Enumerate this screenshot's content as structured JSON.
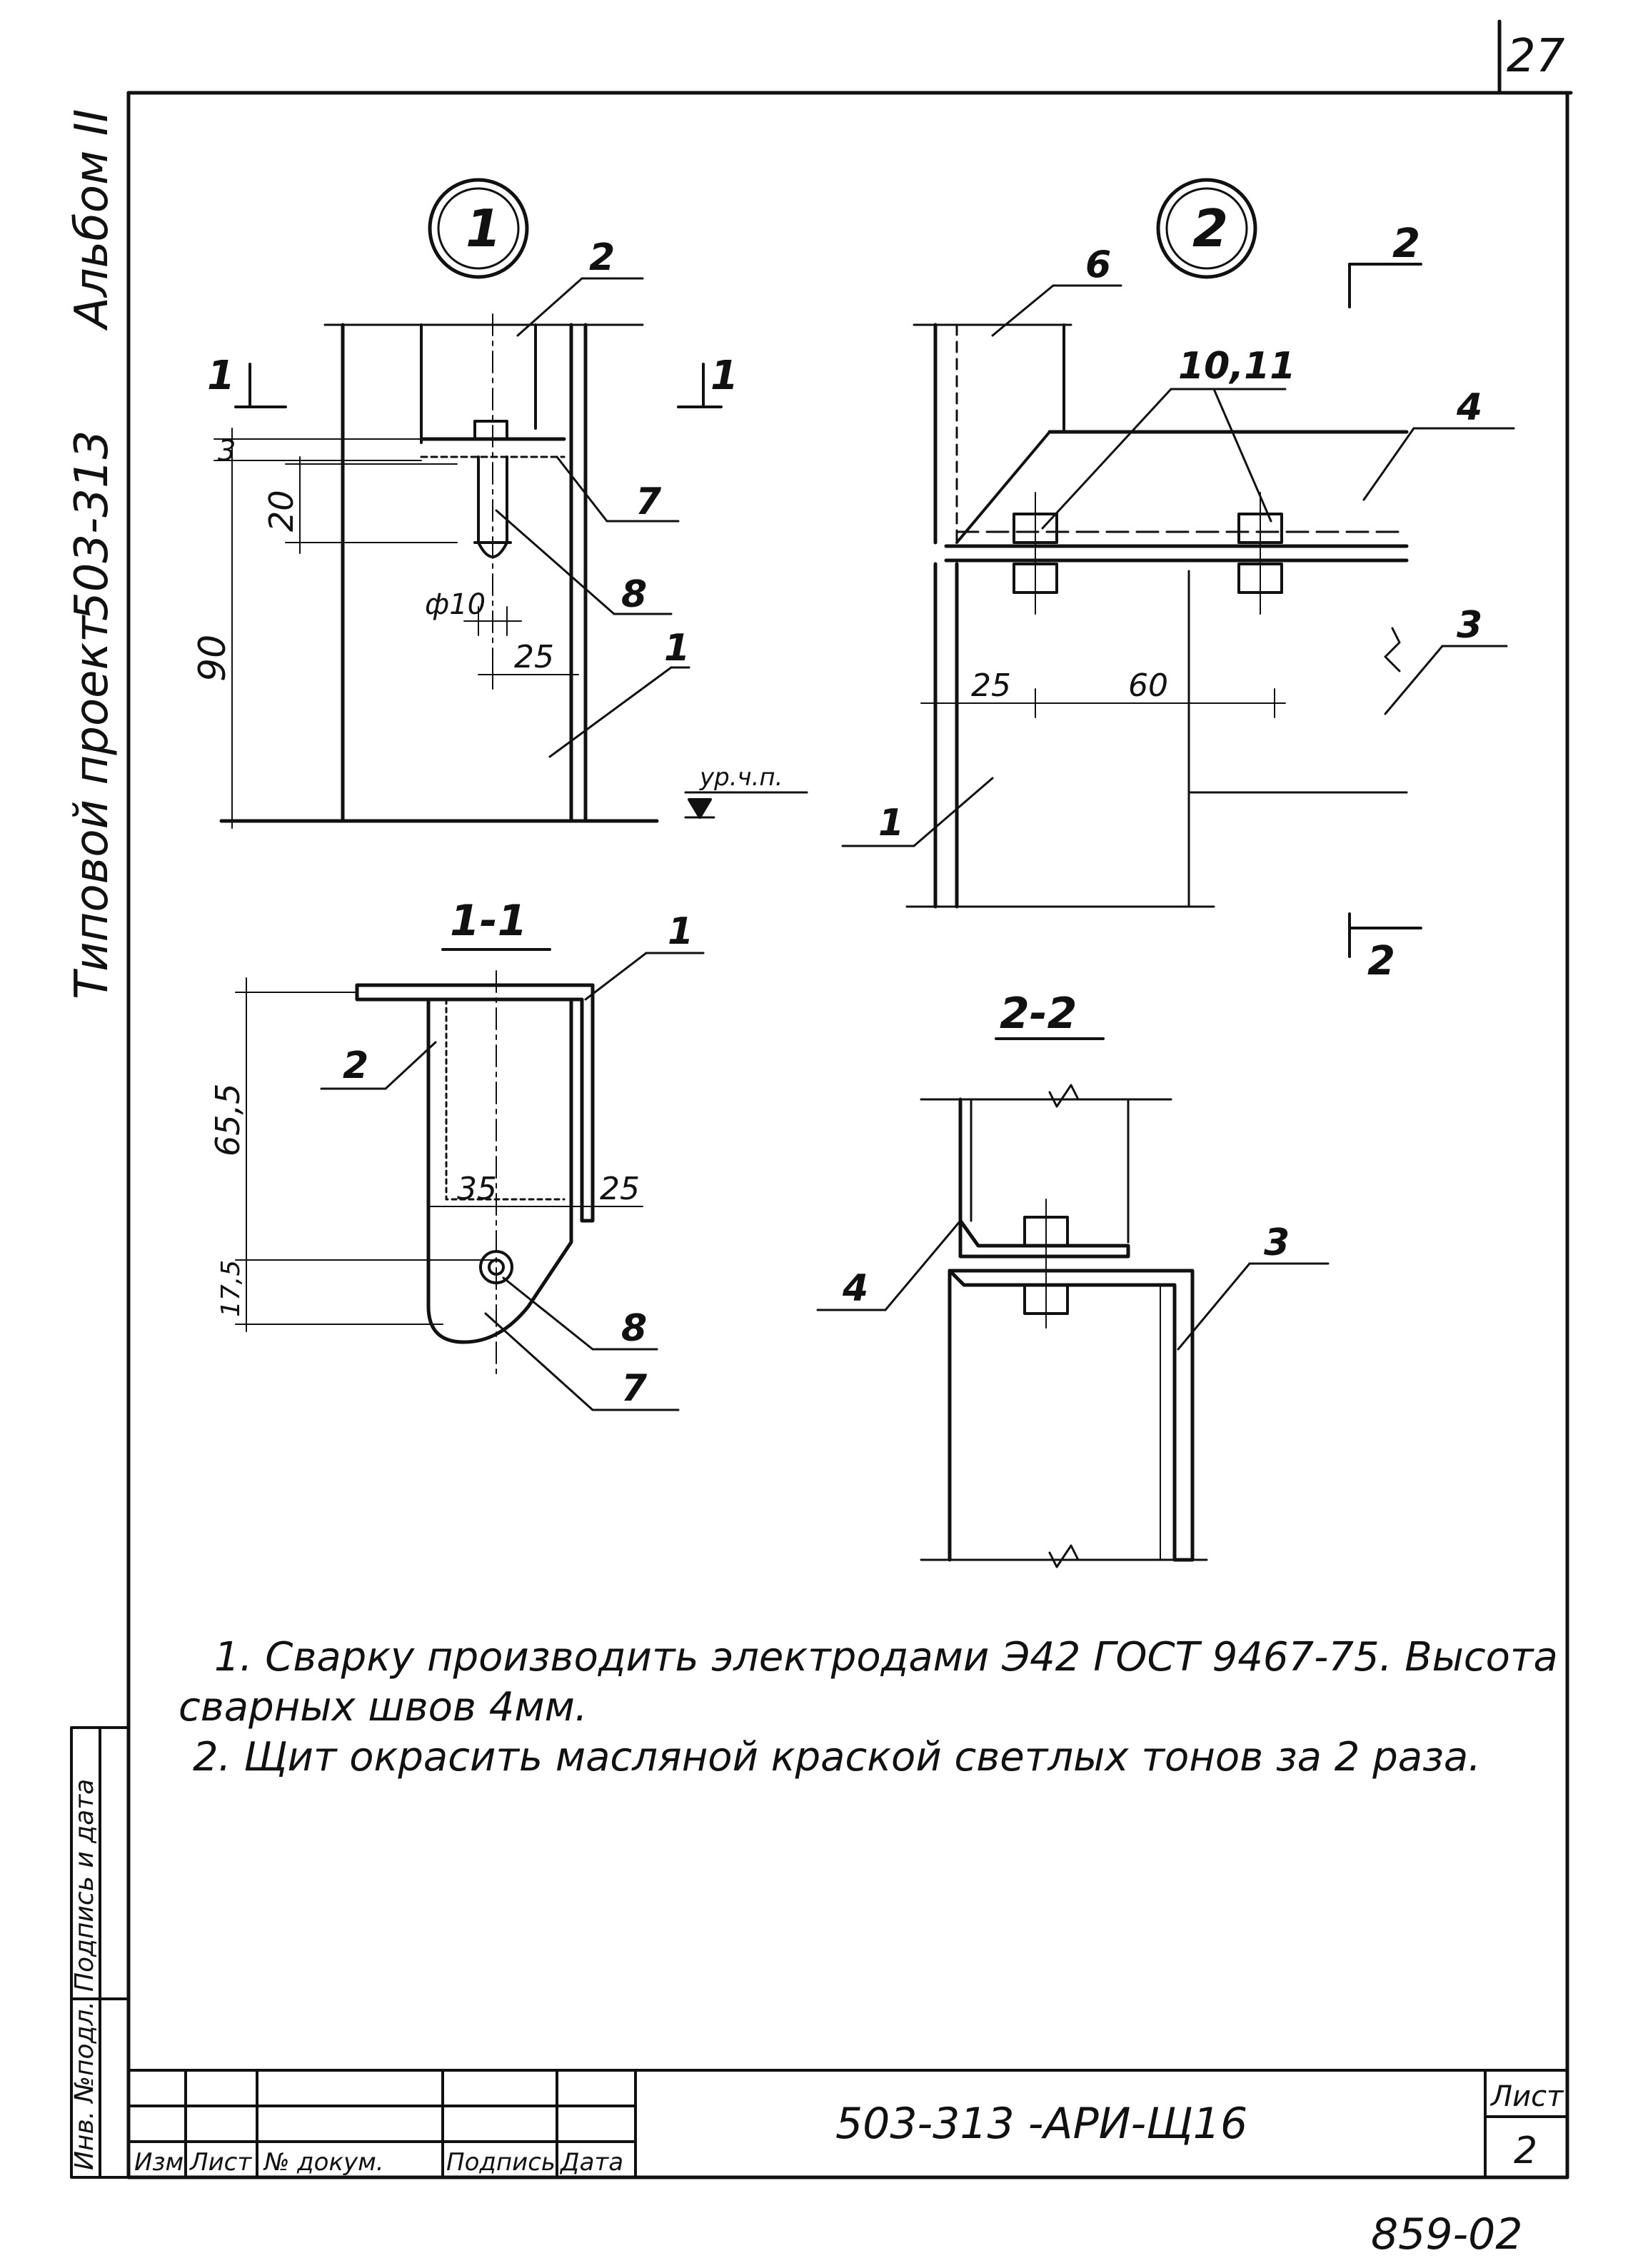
{
  "sheet": {
    "page_number": "27",
    "album": "Альбом II",
    "project_label": "Типовой проект",
    "project_code": "503-313",
    "archive_number": "859-02"
  },
  "nodes": {
    "node1": "1",
    "node2": "2",
    "section_1_1": "1-1",
    "section_2_2": "2-2"
  },
  "section_marks": {
    "cut1_left": "1",
    "cut1_right": "1",
    "cut2_top": "2",
    "cut2_bottom": "2"
  },
  "dimensions": {
    "n1_3": "3",
    "n1_20": "20",
    "n1_90": "90",
    "n1_d10": "ф10",
    "n1_25": "25",
    "level": "ур.ч.п.",
    "n2_25": "25",
    "n2_60": "60",
    "s11_65": "65,5",
    "s11_35": "35",
    "s11_25": "25",
    "s11_17": "17,5"
  },
  "callouts": {
    "n1_2": "2",
    "n1_7": "7",
    "n1_8": "8",
    "n1_1": "1",
    "n2_6": "6",
    "n2_1011": "10,11",
    "n2_4": "4",
    "n2_3": "3",
    "n2_1": "1",
    "s11_1": "1",
    "s11_2": "2",
    "s11_8": "8",
    "s11_7": "7",
    "s22_4": "4",
    "s22_3": "3"
  },
  "notes": {
    "line1": "1. Сварку производить электродами Э42 ГОСТ 9467-75. Высота",
    "line2": "сварных швов 4мм.",
    "line3": "2. Щит окрасить масляной краской светлых тонов за 2 раза."
  },
  "side_stamp": {
    "label1": "Инв. №подл.",
    "label2": "Подпись и дата"
  },
  "title_block": {
    "col_izm": "Изм",
    "col_list": "Лист",
    "col_doc": "№ докум.",
    "col_sign": "Подпись",
    "col_date": "Дата",
    "designation": "503-313 -АРИ-Щ16",
    "sheet_label": "Лист",
    "sheet_number": "2"
  }
}
